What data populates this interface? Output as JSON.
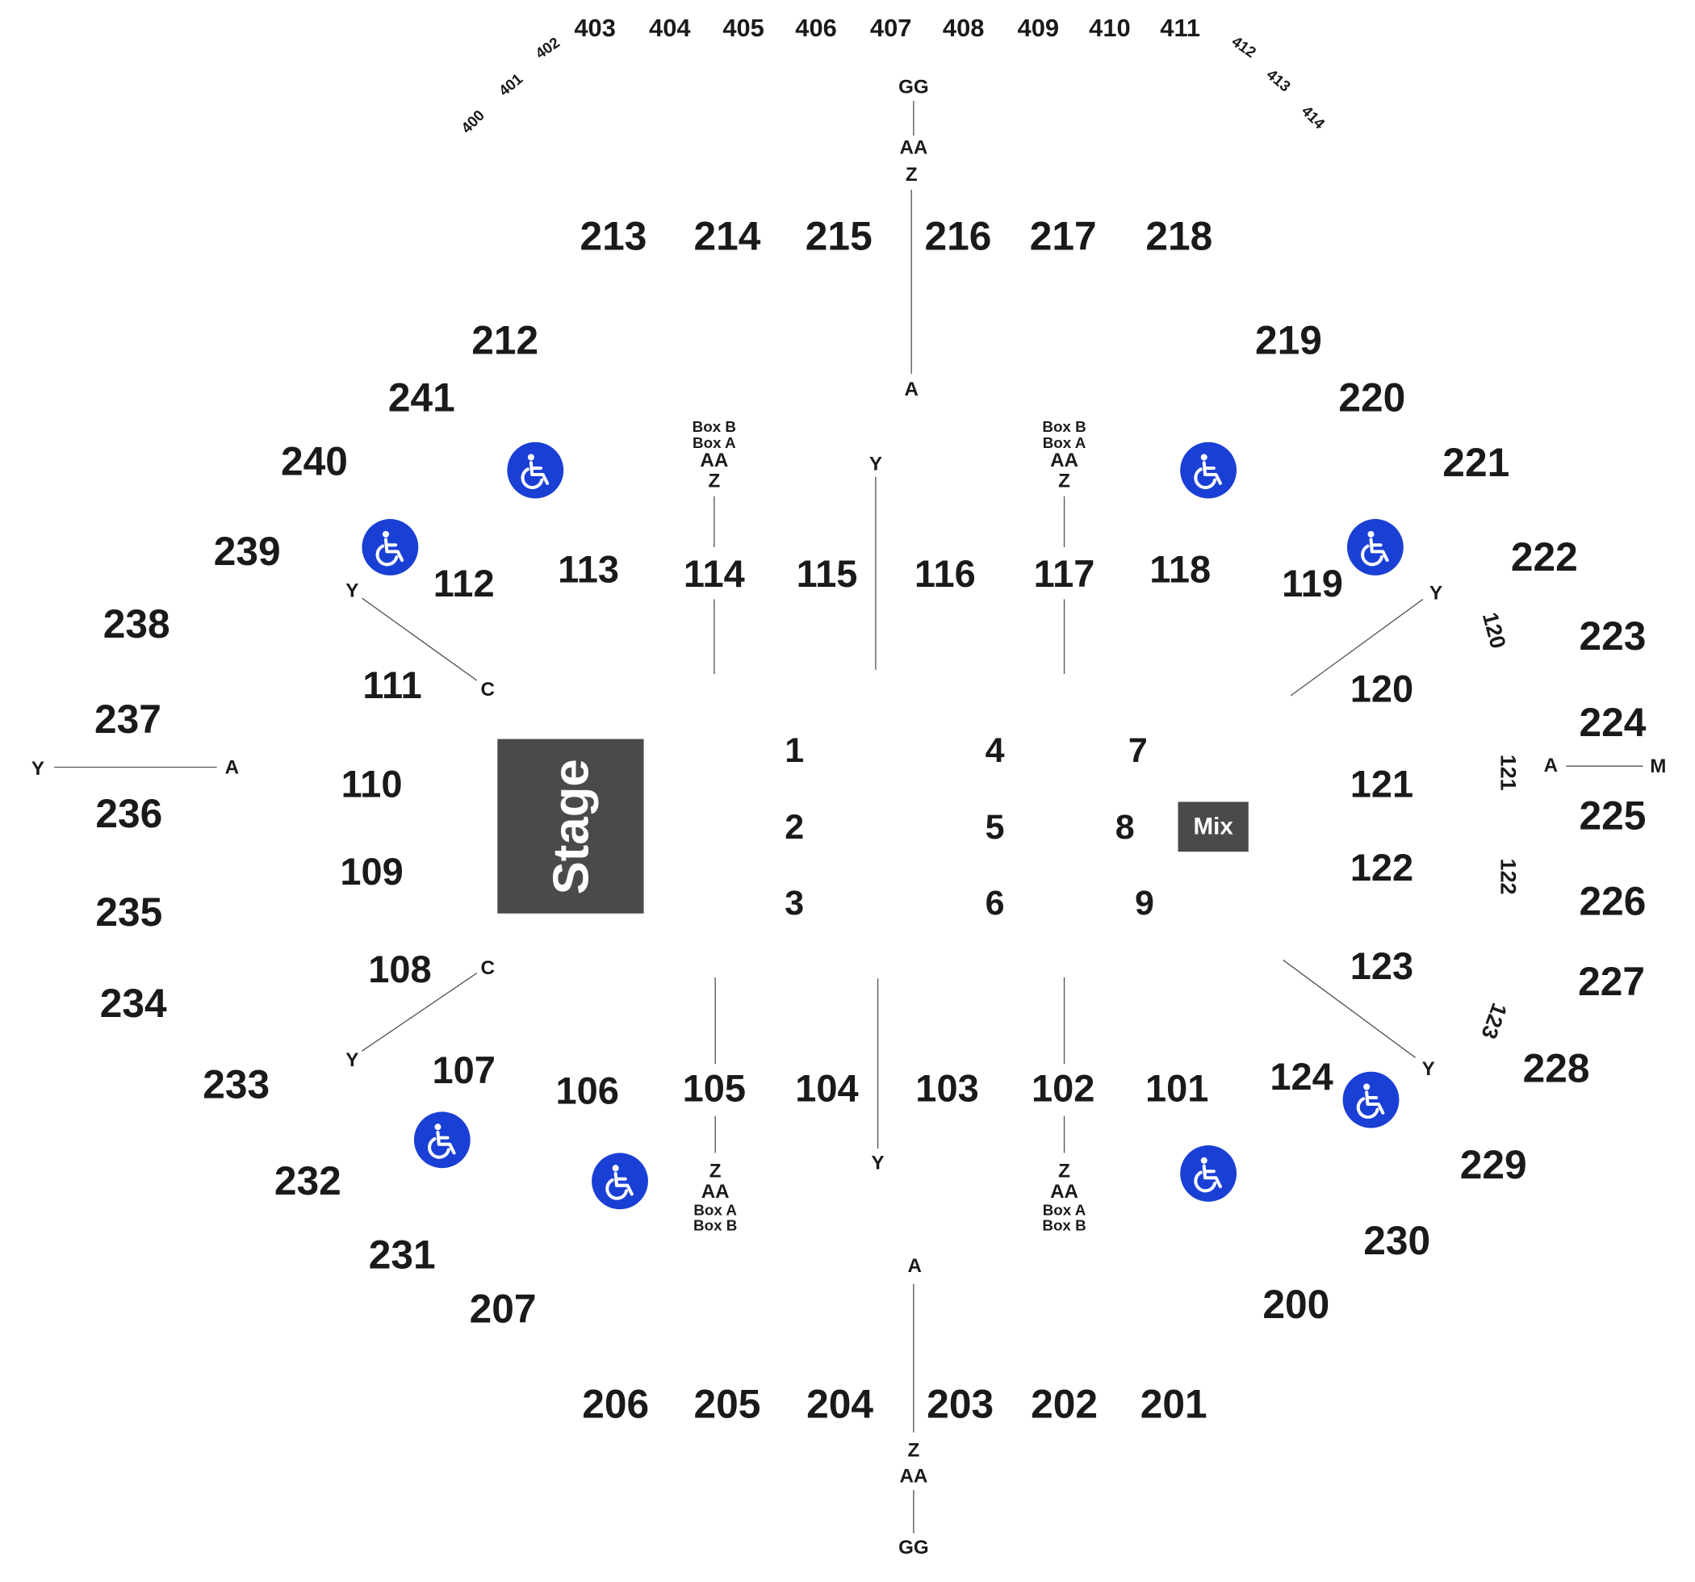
{
  "stage_label": "Stage",
  "mix_label": "Mix",
  "upper_400": [
    "400",
    "401",
    "402",
    "403",
    "404",
    "405",
    "406",
    "407",
    "408",
    "409",
    "410",
    "411",
    "412",
    "413",
    "414"
  ],
  "sections_200": [
    "200",
    "201",
    "202",
    "203",
    "204",
    "205",
    "206",
    "207",
    "212",
    "213",
    "214",
    "215",
    "216",
    "217",
    "218",
    "219",
    "220",
    "221",
    "222",
    "223",
    "224",
    "225",
    "226",
    "227",
    "228",
    "229",
    "230",
    "231",
    "232",
    "233",
    "234",
    "235",
    "236",
    "237",
    "238",
    "239",
    "240",
    "241"
  ],
  "sections_100": [
    "101",
    "102",
    "103",
    "104",
    "105",
    "106",
    "107",
    "108",
    "109",
    "110",
    "111",
    "112",
    "113",
    "114",
    "115",
    "116",
    "117",
    "118",
    "119",
    "120",
    "121",
    "122",
    "123",
    "124"
  ],
  "floor": [
    "1",
    "2",
    "3",
    "4",
    "5",
    "6",
    "7",
    "8",
    "9"
  ],
  "row_labels": {
    "top_aisle": [
      "GG",
      "AA",
      "Z",
      "A"
    ],
    "bottom_aisle": [
      "A",
      "Z",
      "AA",
      "GG"
    ],
    "left_aisle": [
      "Y",
      "A"
    ],
    "right_aisle": [
      "A",
      "M"
    ],
    "diag_ul": [
      "Y",
      "C"
    ],
    "diag_ll": [
      "C",
      "Y"
    ],
    "diag_ur": "Y",
    "diag_lr": "Y",
    "center_top": "Y",
    "center_bottom": "Y",
    "stack_top_114": [
      "Box B",
      "Box A",
      "AA",
      "Z"
    ],
    "stack_top_117": [
      "Box B",
      "Box A",
      "AA",
      "Z"
    ],
    "stack_bottom_105": [
      "Z",
      "AA",
      "Box A",
      "Box B"
    ],
    "stack_bottom_102": [
      "Z",
      "AA",
      "Box A",
      "Box B"
    ],
    "rotated_right": [
      "120",
      "121",
      "122",
      "123"
    ]
  },
  "accessibility_icon": "wheelchair-icon",
  "colors": {
    "accessibility": "#1a3fd4",
    "stage": "#4a4a4a"
  }
}
